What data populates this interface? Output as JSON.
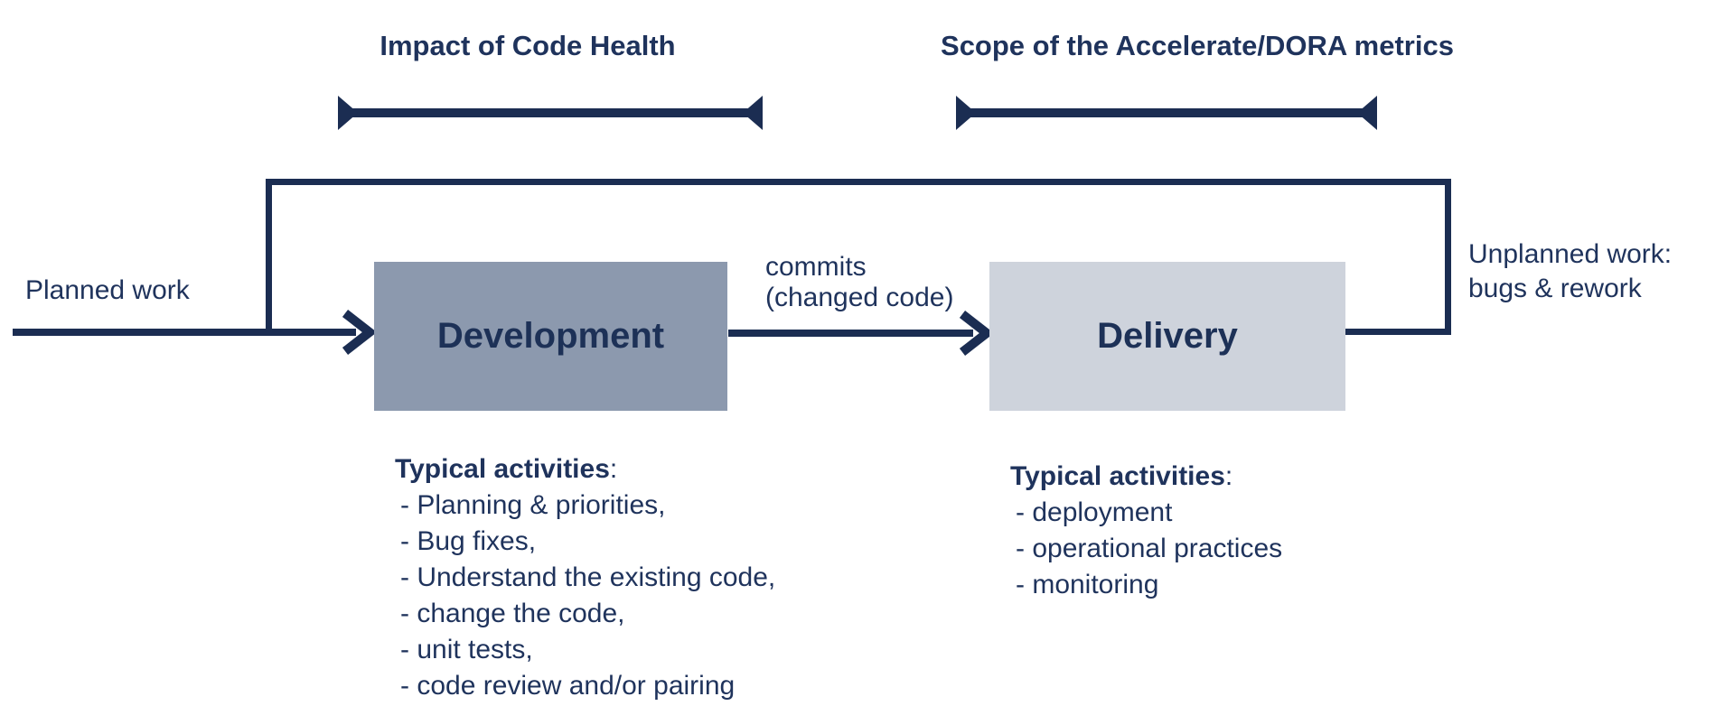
{
  "colors": {
    "background": "#ffffff",
    "navy_text": "#1f335c",
    "navy_line": "#1b2d52",
    "development_box_fill": "#8c99ae",
    "delivery_box_fill": "#ced3dc"
  },
  "headers": {
    "impact": "Impact of Code Health",
    "dora_scope": "Scope of the Accelerate/DORA metrics"
  },
  "flow": {
    "planned_work_label": "Planned work",
    "commits_label_line1": "commits",
    "commits_label_line2": "(changed code)",
    "development_box_label": "Development",
    "delivery_box_label": "Delivery",
    "unplanned_line1": "Unplanned work:",
    "unplanned_line2": "bugs & rework"
  },
  "development_activities": {
    "heading": "Typical activities",
    "heading_colon": ":",
    "items": [
      "- Planning & priorities,",
      "- Bug fixes,",
      "- Understand the existing code,",
      "- change the code,",
      "- unit tests,",
      "- code review and/or pairing"
    ]
  },
  "delivery_activities": {
    "heading": "Typical activities",
    "heading_colon": ":",
    "items": [
      "- deployment",
      "- operational practices",
      "- monitoring"
    ]
  }
}
